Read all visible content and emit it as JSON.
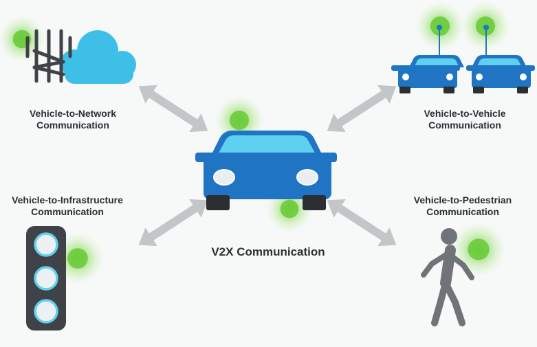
{
  "diagram": {
    "center_label": "V2X Communication",
    "nodes": {
      "v2n": {
        "line1": "Vehicle-to-Network",
        "line2": "Communication",
        "icon": "cell-tower-cloud-icon"
      },
      "v2v": {
        "line1": "Vehicle-to-Vehicle",
        "line2": "Communication",
        "icon": "two-cars-icon"
      },
      "v2i": {
        "line1": "Vehicle-to-Infrastructure",
        "line2": "Communication",
        "icon": "traffic-light-icon"
      },
      "v2p": {
        "line1": "Vehicle-to-Pedestrian",
        "line2": "Communication",
        "icon": "pedestrian-icon"
      }
    },
    "colors": {
      "car_blue": "#1f74c4",
      "windshield": "#5fd0f0",
      "cloud": "#3dbfe8",
      "signal_green": "#6dcc3c",
      "arrow_gray": "#c3c6c9",
      "dark_gray": "#3f4246",
      "pedestrian": "#707478"
    }
  }
}
